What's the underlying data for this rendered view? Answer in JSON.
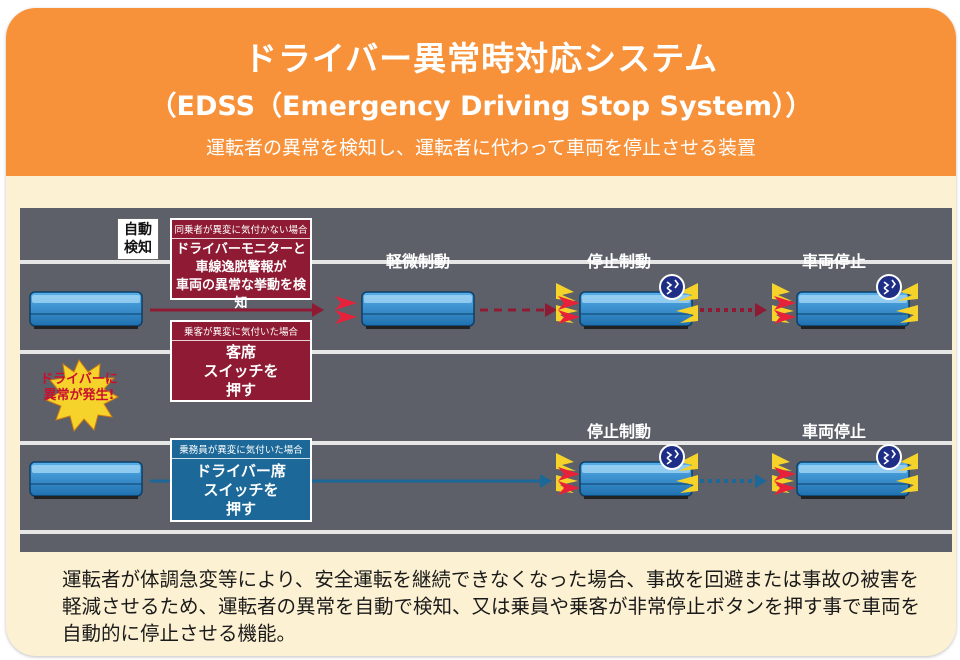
{
  "header": {
    "title": "ドライバー異常時対応システム",
    "subtitle": "（EDSS（Emergency Driving Stop System））",
    "tagline": "運転者の異常を検知し、運転者に代わって車両を停止させる装置"
  },
  "badge": {
    "auto_detect": "自動\n検知"
  },
  "burst": {
    "text": "ドライバーに\n異常が発生!"
  },
  "boxes": {
    "monitor": {
      "caption": "同乗者が異変に気付かない場合",
      "body": "ドライバーモニターと\n車線逸脱警報が\n車両の異常な挙動を検知"
    },
    "passenger": {
      "caption": "乗客が異変に気付いた場合",
      "body": "客席\nスイッチを\n押す"
    },
    "crew": {
      "caption": "乗務員が異変に気付いた場合",
      "body": "ドライバー席\nスイッチを\n押す"
    }
  },
  "stages": {
    "light_brake": "軽微制動",
    "stop_brake_top": "停止制動",
    "vehicle_stop_top": "車両停止",
    "stop_brake_bottom": "停止制動",
    "vehicle_stop_bottom": "車両停止"
  },
  "footer": {
    "description": "運転者が体調急変等により、安全運転を継続できなくなった場合、事故を回避または事故の被害を軽減させるため、運転者の異常を自動で検知、又は乗員や乗客が非常停止ボタンを押す事で車両を自動的に停止させる機能。"
  },
  "colors": {
    "header_orange": "#f7923a",
    "card_cream": "#fdf1d3",
    "road_gray": "#5d6068",
    "box_red": "#8e1b33",
    "box_blue": "#1c6898",
    "bus_blue": "#2f8ed3",
    "warning_yellow": "#f6d32a"
  }
}
